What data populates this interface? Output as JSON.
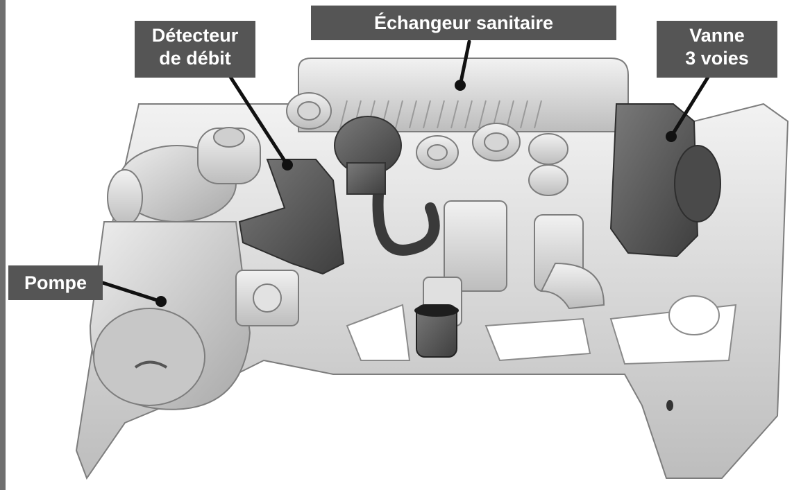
{
  "labels": {
    "echangeur": "Échangeur sanitaire",
    "detecteur": [
      "Détecteur",
      "de débit"
    ],
    "vanne": [
      "Vanne",
      "3 voies"
    ],
    "pompe": "Pompe"
  },
  "colors": {
    "label_background": "#555555",
    "label_text": "#ffffff",
    "leader_line": "#111111"
  }
}
